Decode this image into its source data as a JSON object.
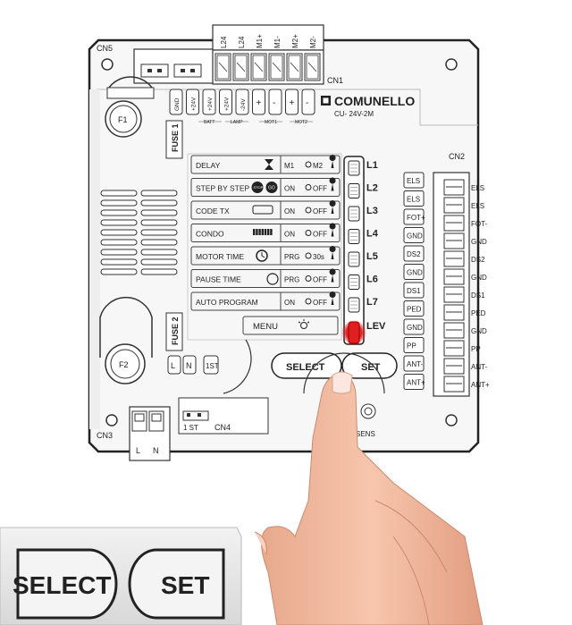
{
  "board": {
    "brand": "COMUNELLO",
    "model": "CU- 24V-2M",
    "labels": {
      "cn1": "CN1",
      "cn2": "CN2",
      "cn3": "CN3",
      "cn4": "CN4",
      "cn5": "CN5",
      "f1": "F1",
      "f2": "F2",
      "fuse1": "FUSE 1",
      "fuse2": "FUSE 2",
      "sens": "SENS",
      "one_st": "1 ST",
      "l": "L",
      "n": "N",
      "ist": "1ST"
    },
    "cn1_terminals": [
      "L24",
      "L24",
      "M1+",
      "M1-",
      "M2+",
      "M2-"
    ],
    "top_terms": [
      {
        "label": "GND"
      },
      {
        "label": "+24V"
      },
      {
        "label": "+24V"
      },
      {
        "label": "+24V"
      },
      {
        "label": "-24V"
      },
      {
        "label": "+"
      },
      {
        "label": "-"
      },
      {
        "label": "+"
      },
      {
        "label": "-"
      }
    ],
    "top_groups": [
      "BATT",
      "LAMP",
      "MOT1",
      "MOT2"
    ],
    "menu": [
      {
        "name": "DELAY",
        "option": "M1",
        "value": "M2",
        "led": "L1"
      },
      {
        "name": "STEP BY STEP",
        "option": "ON",
        "value": "OFF",
        "led": "L2"
      },
      {
        "name": "CODE TX",
        "option": "ON",
        "value": "OFF",
        "led": "L3"
      },
      {
        "name": "CONDO",
        "option": "ON",
        "value": "OFF",
        "led": "L4"
      },
      {
        "name": "MOTOR TIME",
        "option": "PRG",
        "value": "30s",
        "led": "L5"
      },
      {
        "name": "PAUSE TIME",
        "option": "PRG",
        "value": "OFF",
        "led": "L6"
      },
      {
        "name": "AUTO PROGRAM",
        "option": "ON",
        "value": "OFF",
        "led": "L7"
      }
    ],
    "menu_label": "MENU",
    "lev_label": "LEV",
    "icons": {
      "stop": "STOP",
      "go": "GO"
    },
    "left_terminals": [
      "ELS",
      "ELS",
      "FOT+",
      "GND",
      "DS2",
      "GND",
      "DS1",
      "PED",
      "GND",
      "PP",
      "ANT-",
      "ANT+"
    ],
    "cn2_terminals": [
      "ELS",
      "ELS",
      "FOT-",
      "GND",
      "DS2",
      "GND",
      "DS1",
      "PED",
      "GND",
      "PP",
      "ANT-",
      "ANT+"
    ],
    "buttons": {
      "select": "SELECT",
      "set": "SET"
    },
    "active_led_color": "#e02020"
  },
  "zoom": {
    "select": "SELECT",
    "set": "SET"
  }
}
